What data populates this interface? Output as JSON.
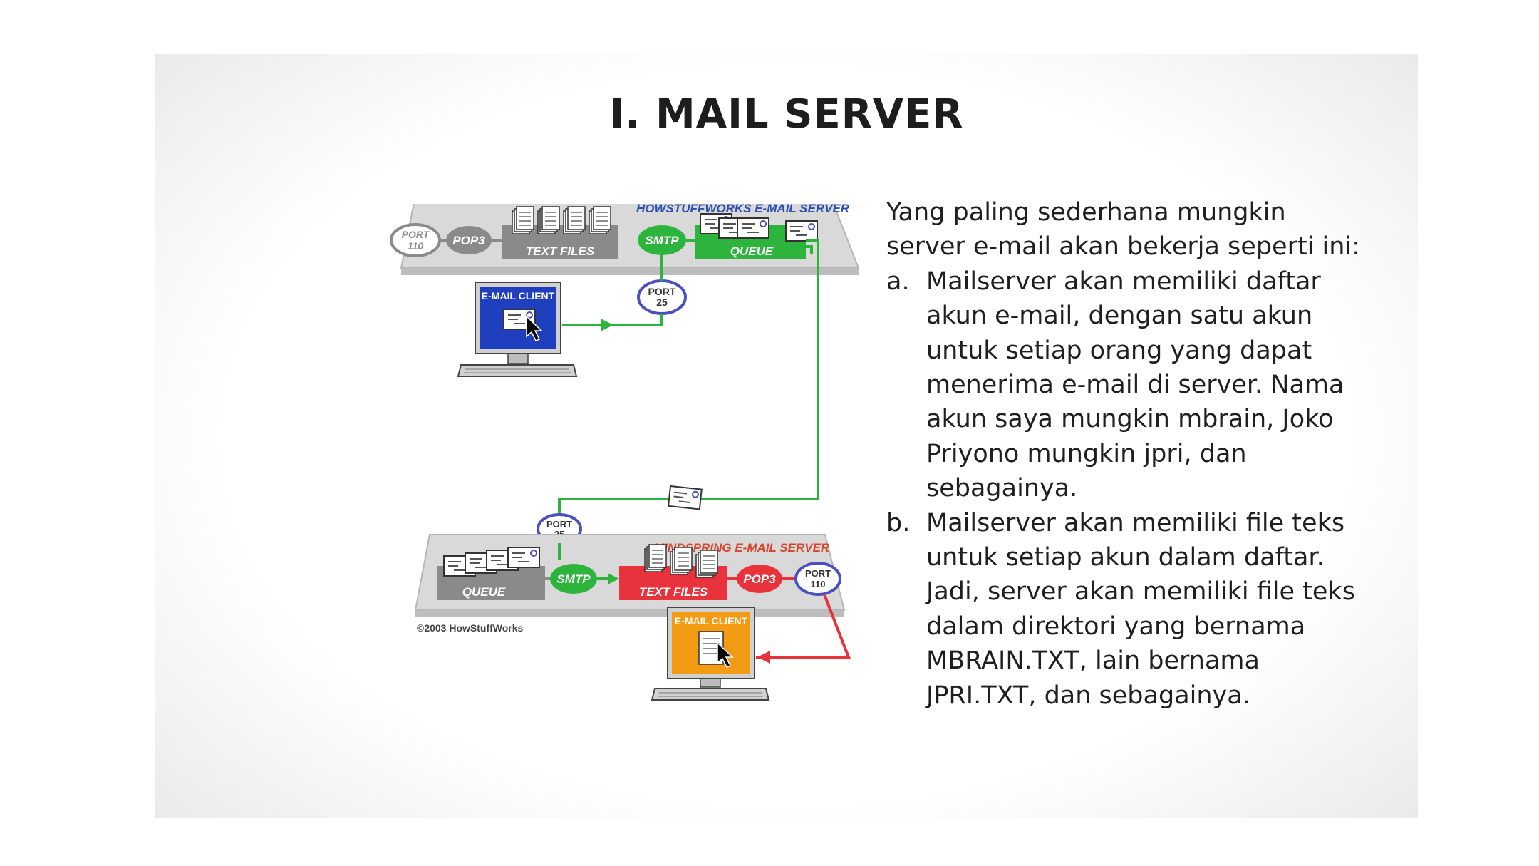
{
  "slide": {
    "title": "I. MAIL SERVER",
    "intro": "Yang paling sederhana mungkin server e-mail akan bekerja seperti ini:",
    "items": [
      {
        "marker": "a.",
        "text": "Mailserver akan memiliki daftar akun e-mail, dengan satu akun untuk setiap orang yang dapat menerima e-mail di server. Nama akun saya mungkin mbrain, Joko Priyono mungkin jpri, dan sebagainya."
      },
      {
        "marker": "b.",
        "text": "Mailserver akan memiliki file teks untuk setiap akun dalam daftar. Jadi, server akan memiliki file teks dalam direktori yang bernama MBRAIN.TXT, lain bernama JPRI.TXT, dan sebagainya."
      }
    ]
  },
  "diagram": {
    "top_server_label": "HOWSTUFFWORKS E-MAIL SERVER",
    "bottom_server_label": "MINDSPRING E-MAIL SERVER",
    "port110": [
      "PORT",
      "110"
    ],
    "port25": [
      "PORT",
      "25"
    ],
    "pop3": "POP3",
    "smtp": "SMTP",
    "text_files": "TEXT FILES",
    "queue": "QUEUE",
    "email_client": "E-MAIL CLIENT",
    "copyright": "©2003 HowStuffWorks",
    "colors": {
      "green": "#2db43c",
      "red": "#e8323c",
      "blue_screen": "#1f3fbf",
      "orange_screen": "#f39b12",
      "platform": "#d9d9d9",
      "gray_box": "#8a8a8a",
      "top_label": "#2b4fb0",
      "bottom_label": "#d8442e"
    }
  }
}
